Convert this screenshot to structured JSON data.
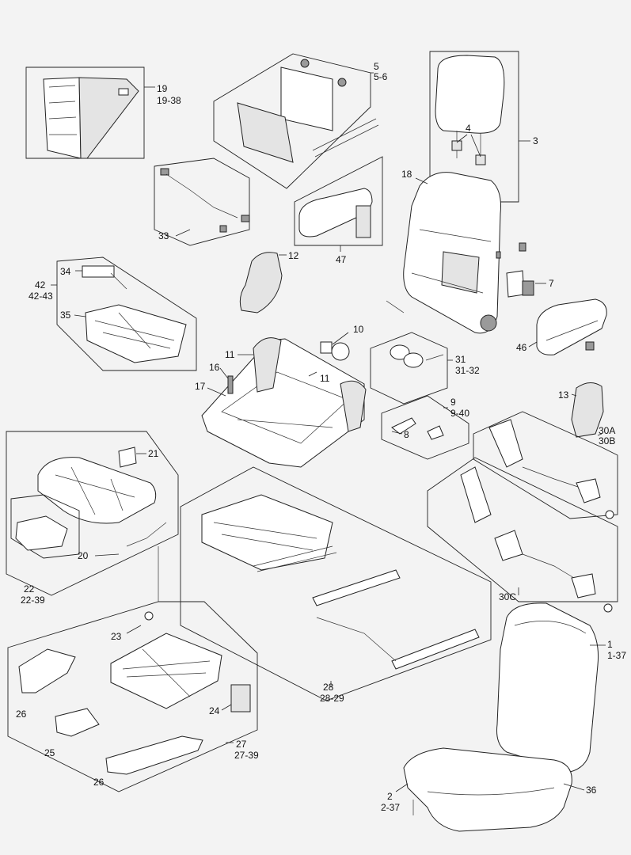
{
  "diagram": {
    "callouts": {
      "c1": "1",
      "c1r": "1-37",
      "c2": "2",
      "c2r": "2-37",
      "c3": "3",
      "c4": "4",
      "c5": "5",
      "c5r": "5-6",
      "c7": "7",
      "c8": "8",
      "c9": "9",
      "c9r": "9-40",
      "c10": "10",
      "c11a": "11",
      "c11b": "11",
      "c12": "12",
      "c13": "13",
      "c16": "16",
      "c17": "17",
      "c18": "18",
      "c19": "19",
      "c19r": "19-38",
      "c20": "20",
      "c21": "21",
      "c22": "22",
      "c22r": "22-39",
      "c23": "23",
      "c24": "24",
      "c25": "25",
      "c26a": "26",
      "c26b": "26",
      "c27": "27",
      "c27r": "27-39",
      "c28": "28",
      "c28r": "28-29",
      "c30a": "30A",
      "c30b": "30B",
      "c30c": "30C",
      "c31": "31",
      "c31r": "31-32",
      "c33": "33",
      "c34": "34",
      "c35": "35",
      "c36": "36",
      "c42": "42",
      "c42r": "42-43",
      "c46": "46",
      "c47": "47"
    }
  }
}
